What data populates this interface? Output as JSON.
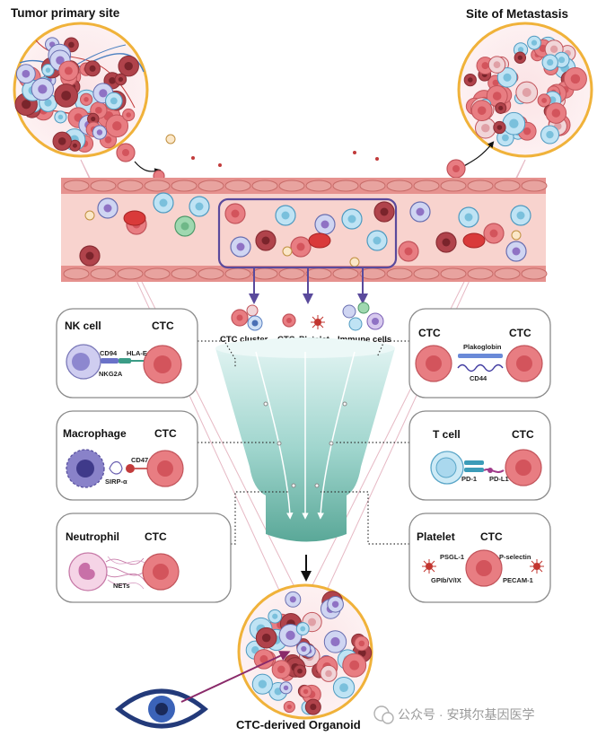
{
  "titles": {
    "primary_site": "Tumor primary site",
    "metastasis_site": "Site of Metastasis",
    "organoid": "CTC-derived Organoid"
  },
  "categories": {
    "ctc_cluster": "CTC cluster",
    "ctc": "CTC",
    "platelet": "Platelet",
    "immune_cells": "Immune cells"
  },
  "panels": {
    "nk": {
      "cell": "NK cell",
      "target": "CTC",
      "labels": [
        "CD94",
        "NKG2A",
        "HLA-E"
      ]
    },
    "macrophage": {
      "cell": "Macrophage",
      "target": "CTC",
      "labels": [
        "CD47",
        "SIRP-α"
      ]
    },
    "neutrophil": {
      "cell": "Neutrophil",
      "target": "CTC",
      "labels": [
        "NETs"
      ]
    },
    "ctc_ctc": {
      "cell": "CTC",
      "target": "CTC",
      "labels": [
        "Plakoglobin",
        "CD44"
      ]
    },
    "tcell": {
      "cell": "T cell",
      "target": "CTC",
      "labels": [
        "PD-1",
        "PD-L1"
      ]
    },
    "platelet": {
      "cell": "Platelet",
      "target": "CTC",
      "labels": [
        "PSGL-1",
        "P-selectin",
        "GPIb/V/IX",
        "PECAM-1"
      ]
    }
  },
  "watermark": "公众号 · 安琪尔基因医学",
  "colors": {
    "ring": "#f0b23a",
    "ctc": "#e87d82",
    "vessel": "#f6c9c4",
    "vessel_wall": "#d9716f",
    "funnel_top": "#dff3f2",
    "funnel_bottom": "#5fb2a4",
    "selection_box": "#5a4a9c",
    "eye": "#2f4f9a"
  }
}
